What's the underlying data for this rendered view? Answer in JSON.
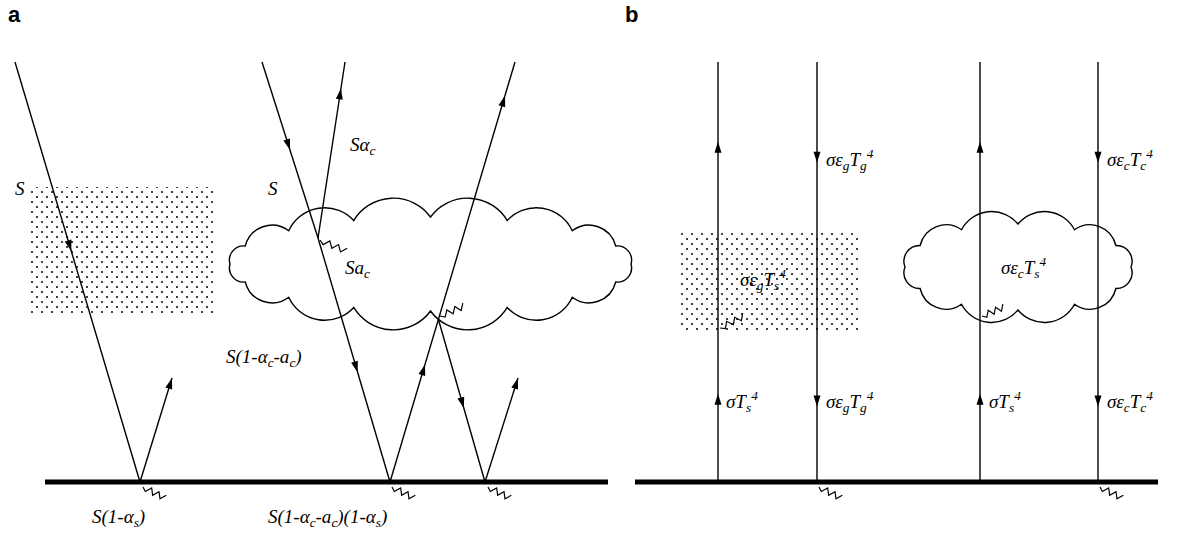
{
  "diagram": {
    "nodes": [
      {
        "text": [
          "Sac"
        ]
      },
      {
        "text": [
          "σεgTs4"
        ]
      },
      {
        "text": [
          "σεcTs4"
        ]
      }
    ],
    "labels": [
      "a",
      "S",
      "S",
      "Sαc",
      "S(1-αc-ac)",
      "S(1-αs)",
      "S(1-αc-ac)(1-αs)",
      "b",
      "σTs4",
      "σεgTg4",
      "σεgTg4",
      "σTs4",
      "σεcTc4",
      "σεcTc4"
    ]
  }
}
